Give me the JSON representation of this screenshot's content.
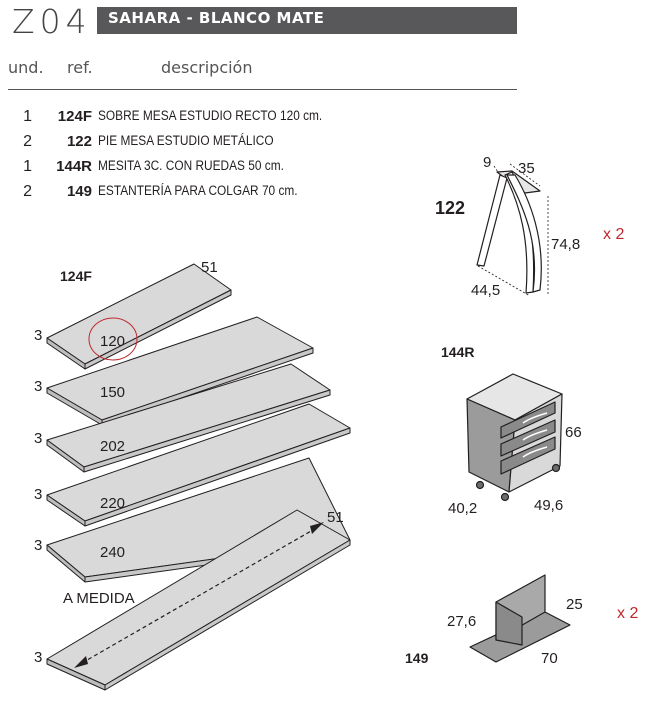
{
  "header": {
    "code": "Z04",
    "title": "SAHARA - BLANCO MATE",
    "col_qty": "und.",
    "col_ref": "ref.",
    "col_desc": "descripción"
  },
  "items": [
    {
      "qty": "1",
      "ref": "124F",
      "desc": "SOBRE MESA ESTUDIO RECTO 120 cm."
    },
    {
      "qty": "2",
      "ref": "122",
      "desc": "PIE MESA ESTUDIO METÁLICO"
    },
    {
      "qty": "1",
      "ref": "144R",
      "desc": "MESITA 3C. CON RUEDAS 50 cm."
    },
    {
      "qty": "2",
      "ref": "149",
      "desc": "ESTANTERÍA PARA COLGAR 70 cm."
    }
  ],
  "tops": {
    "ref": "124F",
    "depth": "51",
    "thickness": [
      "3",
      "3",
      "3",
      "3",
      "3",
      "3"
    ],
    "lengths": [
      "120",
      "150",
      "202",
      "220",
      "240"
    ],
    "custom_label": "A MEDIDA",
    "custom_depth": "51"
  },
  "leg": {
    "ref": "122",
    "dim_a": "9",
    "dim_b": "35",
    "height": "74,8",
    "depth": "44,5",
    "multiplier": "x 2"
  },
  "drawer": {
    "ref": "144R",
    "height": "66",
    "width": "40,2",
    "depth": "49,6"
  },
  "shelf": {
    "ref": "149",
    "height": "27,6",
    "depth": "25",
    "width": "70",
    "multiplier": "x 2"
  },
  "colors": {
    "bar": "#58585a",
    "board_fill": "#d9d9d9",
    "highlight": "#c0272d",
    "multiplier": "#c0272d"
  }
}
